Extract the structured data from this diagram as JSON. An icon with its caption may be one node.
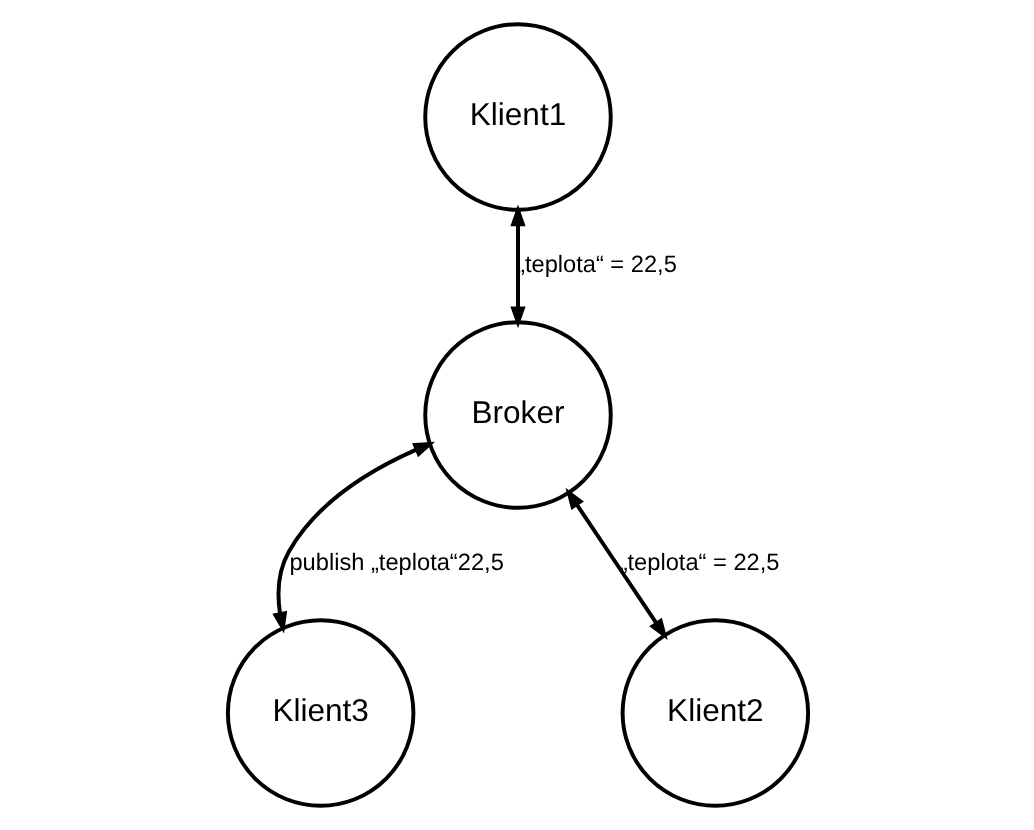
{
  "diagram": {
    "nodes": [
      {
        "text": [
          "Klient1"
        ]
      },
      {
        "text": [
          "Broker"
        ]
      },
      {
        "text": [
          "Klient3"
        ]
      },
      {
        "text": [
          "Klient2"
        ]
      }
    ],
    "edges": [
      {
        "from": 0,
        "to": 1,
        "arrow": "both",
        "label": "„teplota“ = 22,5"
      },
      {
        "from": 1,
        "to": 2,
        "arrow": "both",
        "label": "publish „teplota“22,5"
      },
      {
        "from": 1,
        "to": 3,
        "arrow": "both",
        "label": "„teplota“ = 22,5"
      }
    ]
  }
}
